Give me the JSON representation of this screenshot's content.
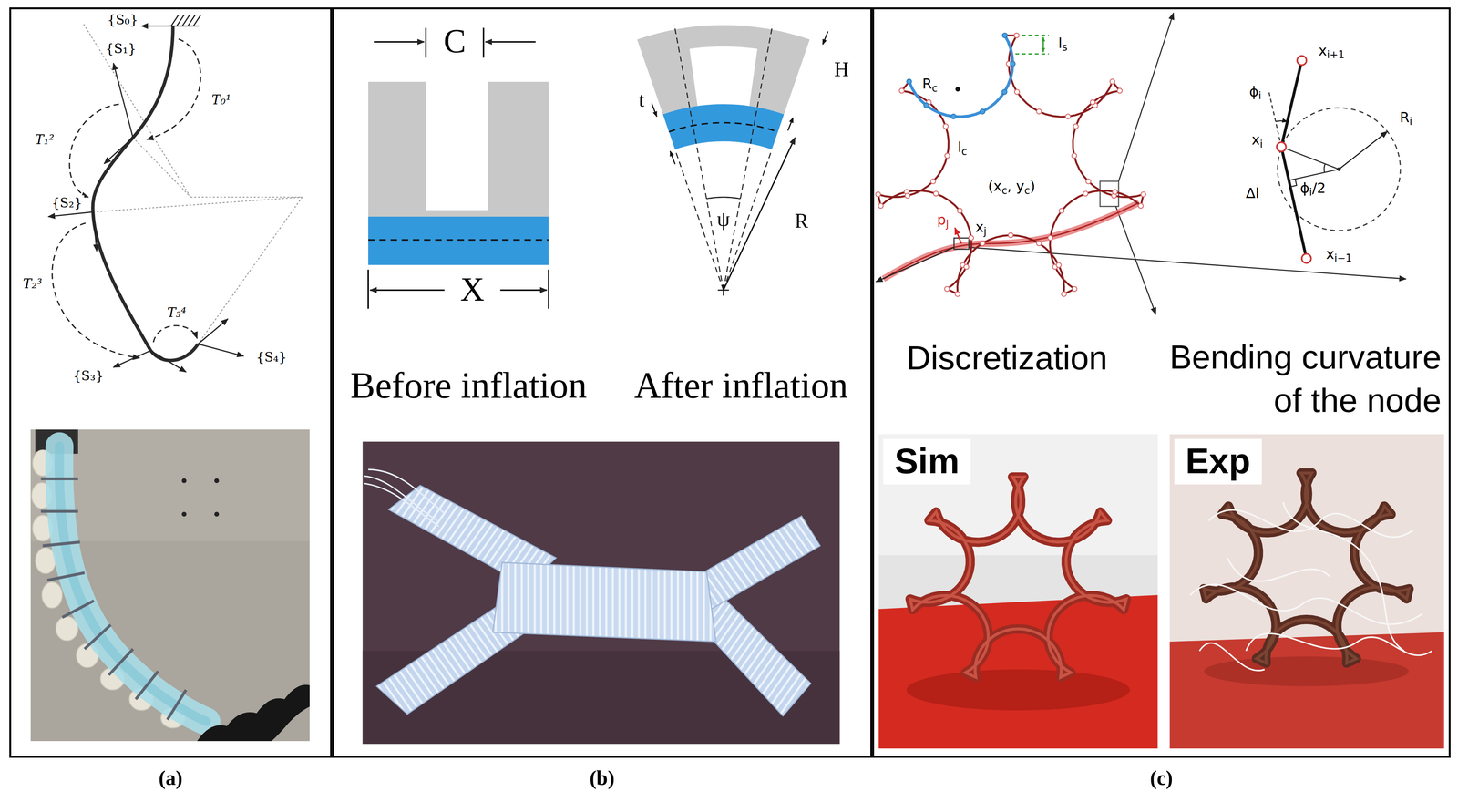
{
  "diagram": {
    "nodes": [
      {
        "text": [
          "(a)"
        ]
      },
      {
        "text": [
          "(b)"
        ]
      },
      {
        "text": [
          "(c)"
        ]
      },
      {
        "text": [
          "Sim"
        ],
        "in": 2
      },
      {
        "text": [
          "Exp"
        ],
        "in": 2
      }
    ],
    "labels": [
      "{S₀}",
      "{S₁}",
      "T₀¹",
      "T₁²",
      "{S₂}",
      "T₂³",
      "T₃⁴",
      "{S₃}",
      "{S₄}",
      "C",
      "X",
      "t",
      "H",
      "ψ",
      "R",
      "Before inflation",
      "After inflation",
      "Rc",
      "ls",
      "lc",
      "(xc, yc)",
      "pj",
      "xj",
      "xi+1",
      "ϕi",
      "Ri",
      "xi",
      "ϕi/2",
      "Δl",
      "xi−1",
      "Discretization",
      "Bending curvature of the node"
    ]
  }
}
